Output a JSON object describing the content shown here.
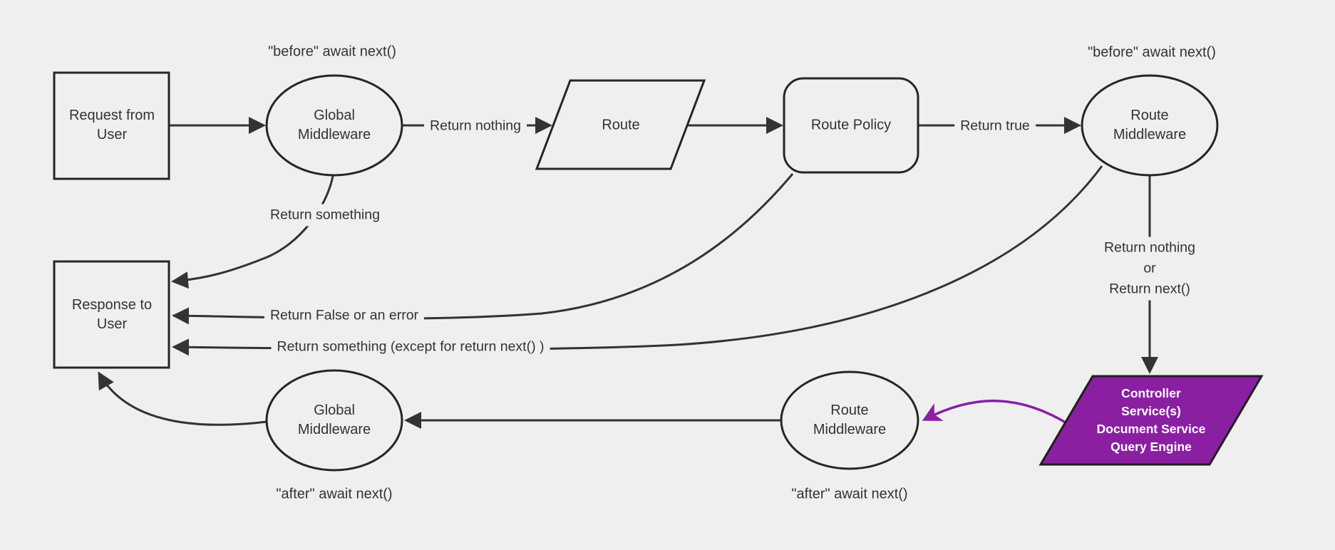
{
  "colors": {
    "background": "#efefef",
    "shape_stroke": "#262626",
    "edge_line": "#333333",
    "text": "#333333",
    "accent_purple": "#8a1fa2",
    "purple_text": "#ffffff"
  },
  "nodes": {
    "request_from_user": {
      "label": "Request from\nUser"
    },
    "global_middleware_before": {
      "label": "Global\nMiddleware",
      "annotation": "\"before\" await next()"
    },
    "route": {
      "label": "Route"
    },
    "route_policy": {
      "label": "Route Policy"
    },
    "route_middleware_before": {
      "label": "Route\nMiddleware",
      "annotation": "\"before\" await next()"
    },
    "controller_block": {
      "label": "Controller\nService(s)\nDocument Service\nQuery Engine"
    },
    "route_middleware_after": {
      "label": "Route\nMiddleware",
      "annotation": "\"after\" await next()"
    },
    "global_middleware_after": {
      "label": "Global\nMiddleware",
      "annotation": "\"after\" await next()"
    },
    "response_to_user": {
      "label": "Response to\nUser"
    }
  },
  "edge_labels": {
    "return_nothing": "Return nothing",
    "return_true": "Return true",
    "return_something": "Return something",
    "return_false_or_error": "Return False or an error",
    "return_something_except": "Return something (except for return next() )",
    "return_nothing_or_next": "Return nothing\nor\nReturn next()"
  }
}
